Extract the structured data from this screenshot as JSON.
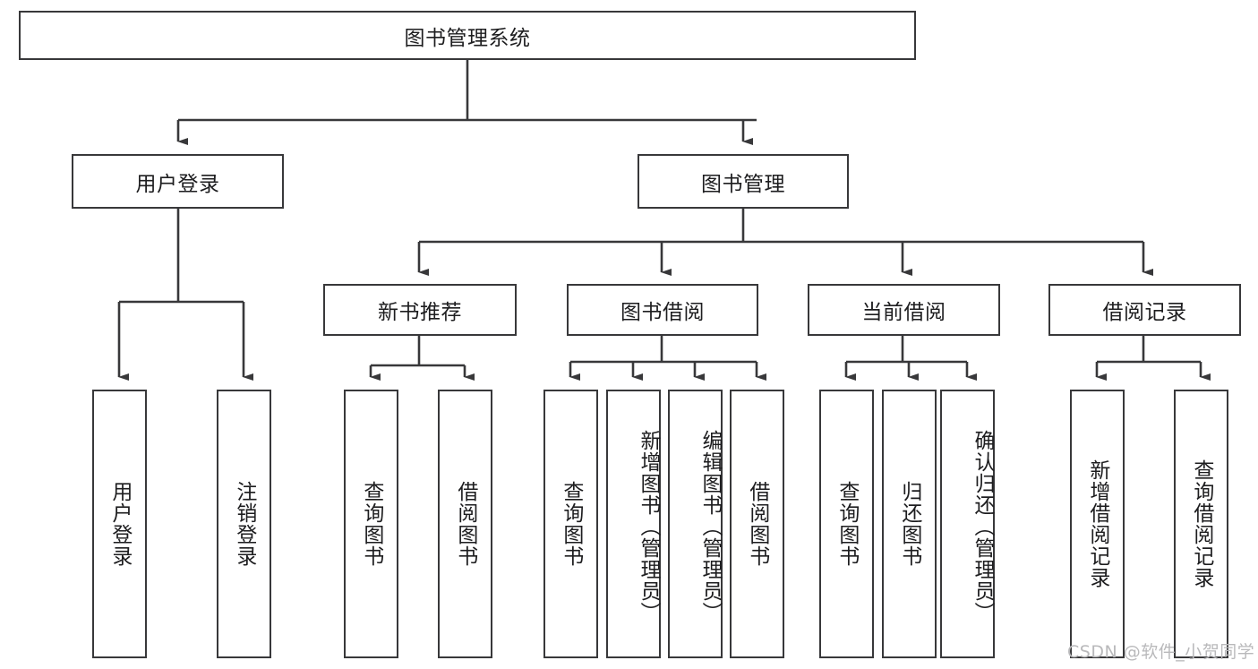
{
  "diagram": {
    "title": "图书管理系统",
    "root": {
      "label": "图书管理系统"
    },
    "level2": [
      {
        "label": "用户登录"
      },
      {
        "label": "图书管理"
      }
    ],
    "level3": [
      {
        "label": "新书推荐"
      },
      {
        "label": "图书借阅"
      },
      {
        "label": "当前借阅"
      },
      {
        "label": "借阅记录"
      }
    ],
    "leaves": {
      "user_login": [
        {
          "label": "用户登录"
        },
        {
          "label": "注销登录"
        }
      ],
      "new_book_recommend": [
        {
          "label": "查询图书"
        },
        {
          "label": "借阅图书"
        }
      ],
      "book_borrow": [
        {
          "label": "查询图书"
        },
        {
          "label": "新增图书（管理员）"
        },
        {
          "label": "编辑图书（管理员）"
        },
        {
          "label": "借阅图书"
        }
      ],
      "current_borrow": [
        {
          "label": "查询图书"
        },
        {
          "label": "归还图书"
        },
        {
          "label": "确认归还（管理员）"
        }
      ],
      "borrow_record": [
        {
          "label": "新增借阅记录"
        },
        {
          "label": "查询借阅记录"
        }
      ]
    }
  },
  "watermark": {
    "text": "CSDN @软件_小贺同学"
  },
  "colors": {
    "border": "#38383a",
    "background": "#ffffff",
    "text": "#1d1d1f",
    "watermark": "#b9b9bb"
  }
}
